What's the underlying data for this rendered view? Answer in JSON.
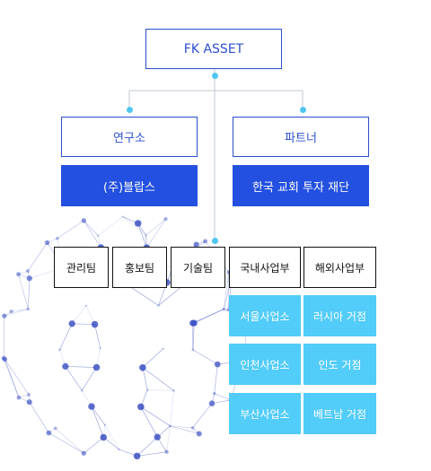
{
  "root": {
    "label": "FK ASSET"
  },
  "branches": {
    "lab": {
      "label": "연구소",
      "sub": "(주)블랍스"
    },
    "partner": {
      "label": "파트너",
      "sub": "한국 교회 투자 재단"
    }
  },
  "teams": [
    "관리팀",
    "홍보팀",
    "기술팀",
    "국내사업부",
    "해외사업부"
  ],
  "domestic_offices": [
    "서울사업소",
    "인천사업소",
    "부산사업소"
  ],
  "overseas_offices": [
    "러시아 거점",
    "인도 거점",
    "베트남 거점"
  ],
  "colors": {
    "outline": "#2b4fcf",
    "solid": "#2350e0",
    "office": "#52ccf8",
    "connector": "#bfc7d6",
    "connector_dot": "#4fc6f0",
    "globe": "#3a4fc2"
  }
}
